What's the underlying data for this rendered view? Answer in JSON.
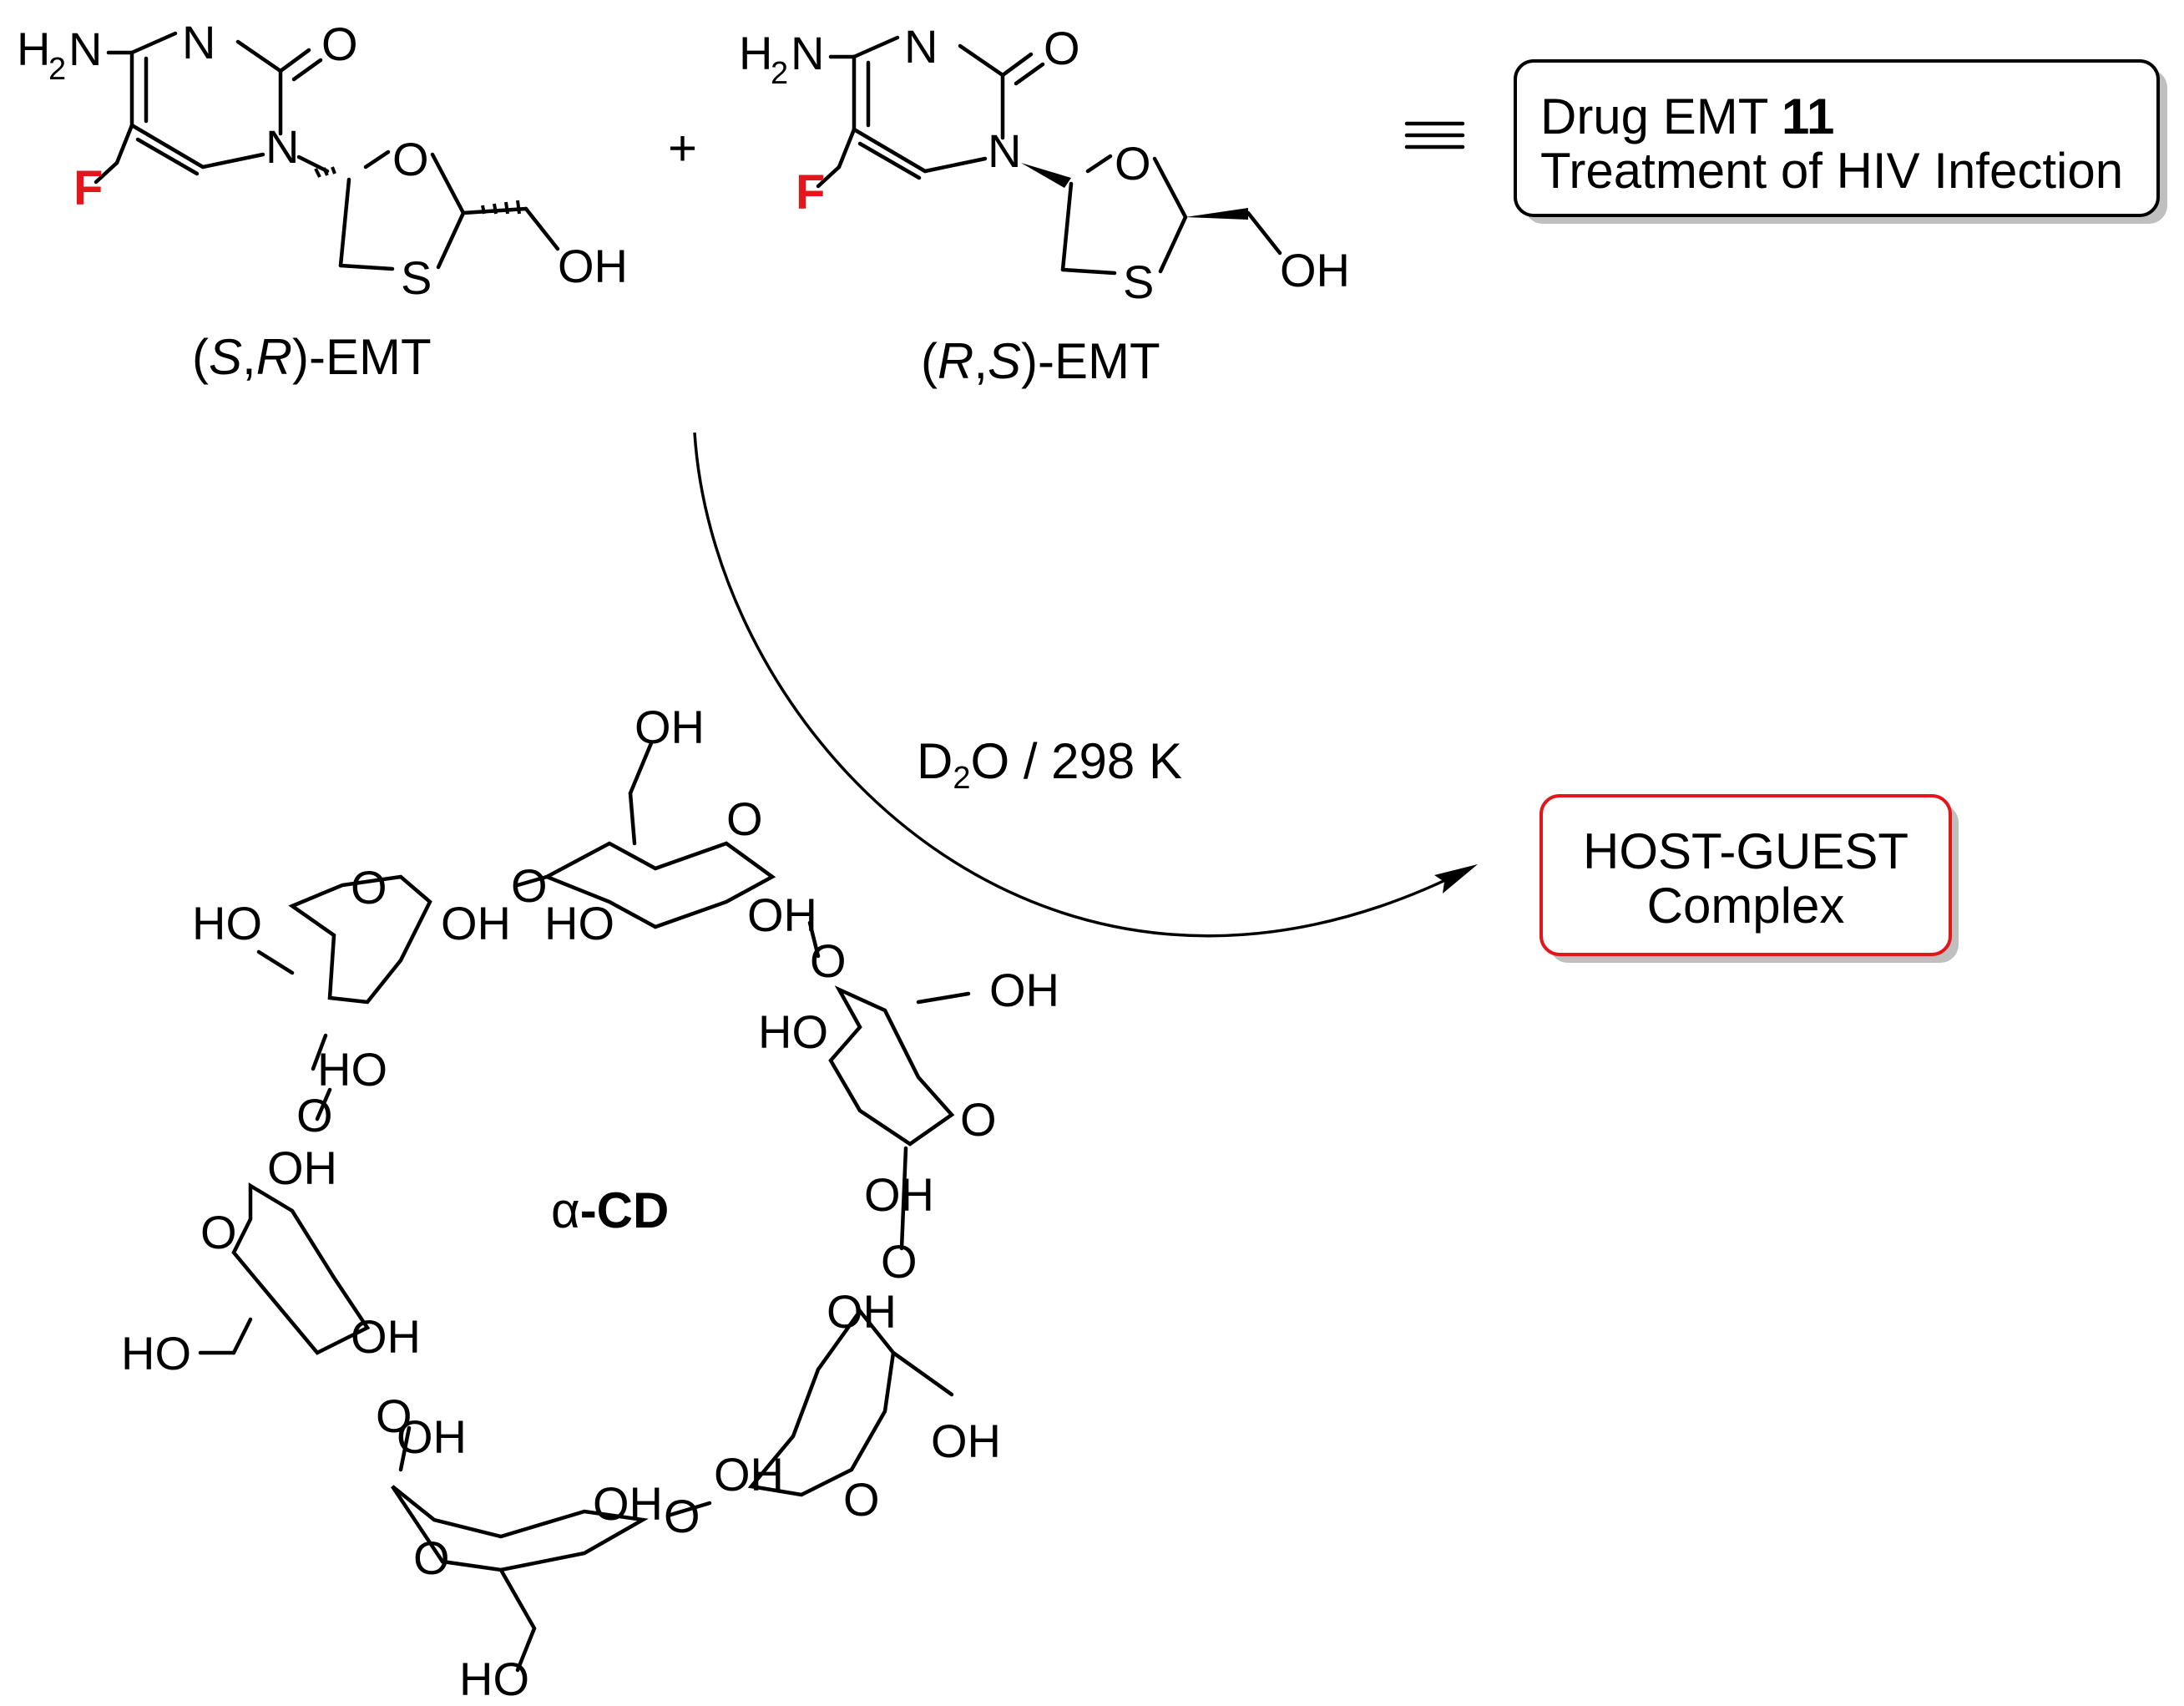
{
  "molecule_left": {
    "name_open": "(",
    "name_s": "S",
    "name_comma": ",",
    "name_r": "R",
    "name_rest": ")-EMT",
    "atoms": {
      "h": "H",
      "two": "2",
      "n_amine": "N",
      "n_ring": "N",
      "o_carbonyl": "O",
      "n1": "N",
      "f": "F",
      "o_ring": "O",
      "s": "S",
      "oh": "OH"
    }
  },
  "plus_sign": "+",
  "molecule_right": {
    "name_open": "(",
    "name_r": "R",
    "name_comma": ",",
    "name_s": "S",
    "name_rest": ")-EMT",
    "atoms": {
      "h": "H",
      "two": "2",
      "n_amine": "N",
      "n_ring": "N",
      "o_carbonyl": "O",
      "n1": "N",
      "f": "F",
      "o_ring": "O",
      "s": "S",
      "oh": "OH"
    }
  },
  "equivalence_symbol": "≡",
  "drug_box": {
    "line1_text": "Drug EMT ",
    "line1_number": "11",
    "line2": "Treatment of HIV Infection",
    "border_color": "#000000"
  },
  "conditions": {
    "d": "D",
    "sub": "2",
    "rest": "O / 298 K"
  },
  "result_box": {
    "line1": "HOST-GUEST",
    "line2": "Complex",
    "border_color": "#e3161b"
  },
  "cyclodextrin": {
    "label_alpha": "α",
    "label_rest": "-CD",
    "ring_oxygen": "O",
    "hydroxyl": "OH",
    "hydroxyl_left": "HO"
  },
  "colors": {
    "fluorine": "#e3161b",
    "ink": "#000000"
  }
}
